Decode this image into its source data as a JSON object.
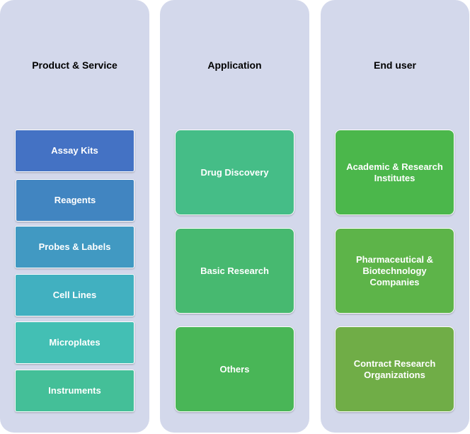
{
  "columns": [
    {
      "title": "Product & Service",
      "items": [
        {
          "label": "Assay Kits",
          "color": "#4472c4"
        },
        {
          "label": "Reagents",
          "color": "#4185c1"
        },
        {
          "label": "Probes & Labels",
          "color": "#4199c2"
        },
        {
          "label": "Cell Lines",
          "color": "#41b0c0"
        },
        {
          "label": "Microplates",
          "color": "#43bfb4"
        },
        {
          "label": "Instruments",
          "color": "#44bf98"
        }
      ]
    },
    {
      "title": "Application",
      "items": [
        {
          "label": "Drug Discovery",
          "color": "#45bd87"
        },
        {
          "label": "Basic Research",
          "color": "#47b970"
        },
        {
          "label": "Others",
          "color": "#49b657"
        }
      ]
    },
    {
      "title": "End user",
      "items": [
        {
          "label": "Academic & Research Institutes",
          "color": "#4bb74b"
        },
        {
          "label": "Pharmaceutical & Biotechnology Companies",
          "color": "#5db449"
        },
        {
          "label": "Contract Research Organizations",
          "color": "#70ad47"
        }
      ]
    }
  ]
}
